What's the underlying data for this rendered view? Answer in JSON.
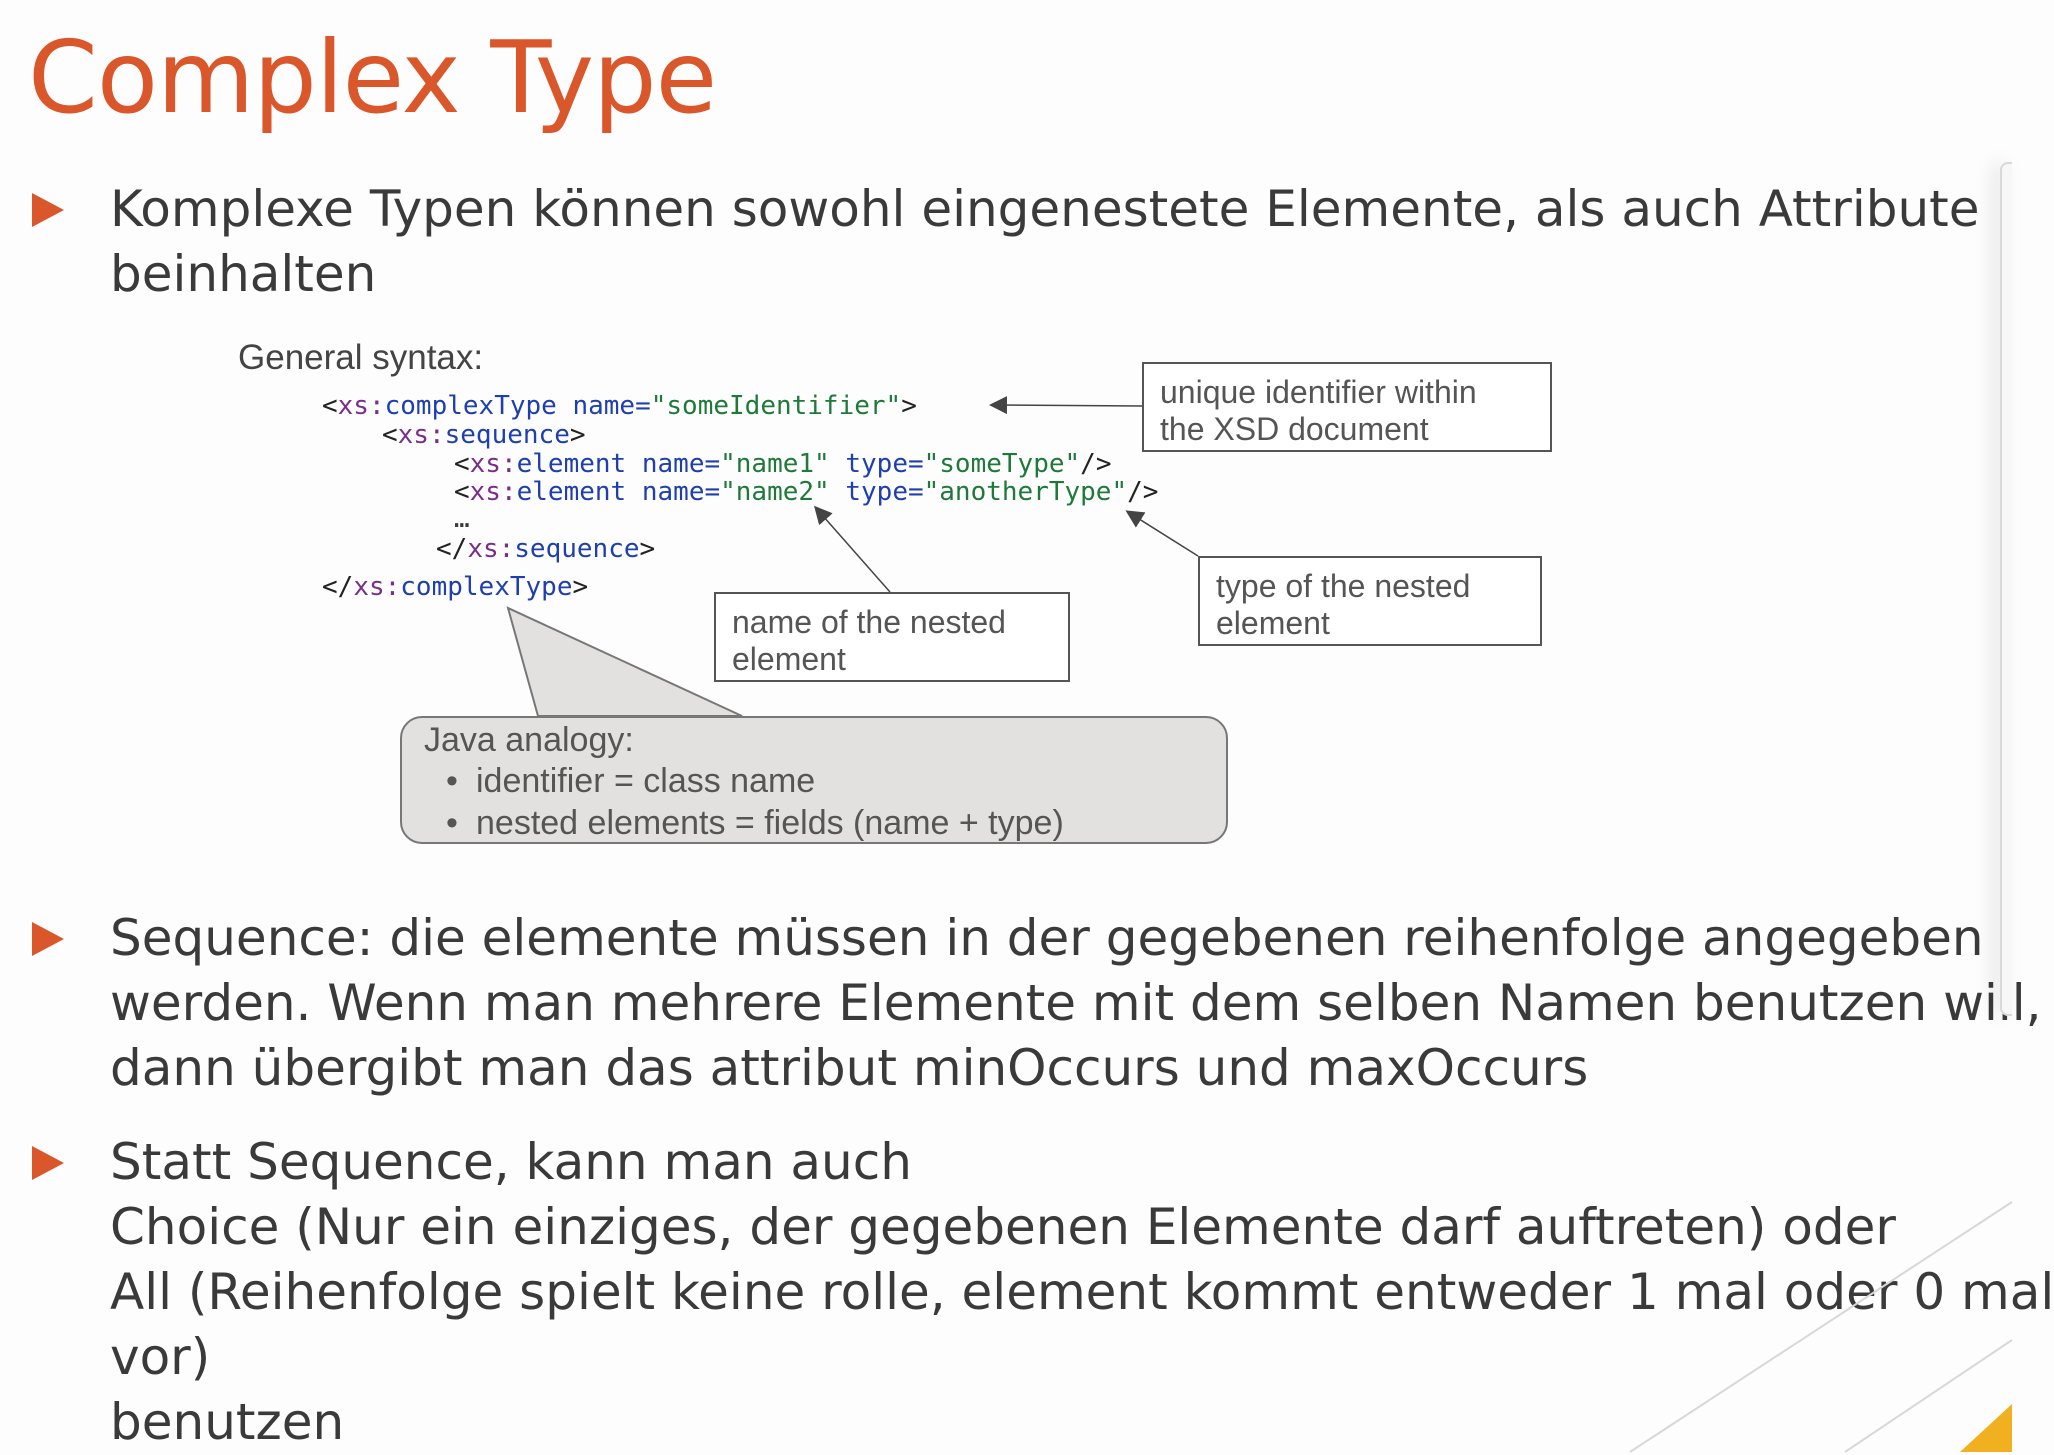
{
  "slide": {
    "title": "Complex Type",
    "accent_color": "#d9572b",
    "bullets": [
      {
        "lines": [
          "Komplexe Typen können sowohl eingenestete Elemente, als auch Attribute",
          "beinhalten"
        ]
      },
      {
        "lines": [
          "Sequence: die elemente müssen in der gegebenen reihenfolge angegeben",
          "werden. Wenn man mehrere Elemente mit dem selben Namen benutzen will,",
          "dann übergibt man das attribut minOccurs und maxOccurs"
        ]
      },
      {
        "lines": [
          "Statt Sequence, kann man auch",
          "Choice (Nur ein einziges, der gegebenen Elemente darf auftreten) oder",
          "All (Reihenfolge spielt keine rolle, element kommt entweder 1 mal oder 0 mal",
          "vor)",
          "benutzen"
        ]
      }
    ]
  },
  "figure": {
    "label": "General syntax:",
    "code": {
      "complex_open": {
        "lt": "<",
        "ns": "xs:",
        "tag": "complexType",
        "sp": " ",
        "attr": "name=",
        "val": "\"someIdentifier\"",
        "gt": ">"
      },
      "seq_open": {
        "lt": "<",
        "ns": "xs:",
        "tag": "sequence",
        "gt": ">"
      },
      "el1": {
        "lt": "<",
        "ns": "xs:",
        "tag": "element",
        "a1": " name=",
        "v1": "\"name1\"",
        "a2": " type=",
        "v2": "\"someType\"",
        "gt": "/>"
      },
      "el2": {
        "lt": "<",
        "ns": "xs:",
        "tag": "element",
        "a1": " name=",
        "v1": "\"name2\"",
        "a2": " type=",
        "v2": "\"anotherType\"",
        "gt": "/>"
      },
      "ellipsis": "…",
      "seq_close": {
        "lt": "</",
        "ns": "xs:",
        "tag": "sequence",
        "gt": ">"
      },
      "complex_close": {
        "lt": "</",
        "ns": "xs:",
        "tag": "complexType",
        "gt": ">"
      }
    },
    "notes": {
      "identifier": [
        "unique identifier within",
        "the XSD document"
      ],
      "name": [
        "name of the nested",
        "element"
      ],
      "type": [
        "type of the nested",
        "element"
      ]
    },
    "java": {
      "heading": "Java analogy:",
      "bullet_char": "•",
      "items": [
        "identifier = class name",
        "nested elements = fields (name + type)"
      ]
    }
  }
}
